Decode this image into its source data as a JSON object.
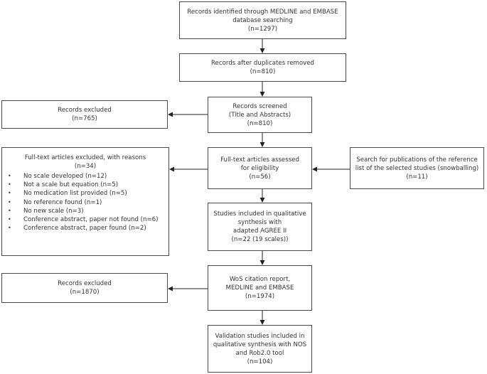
{
  "boxes": {
    "identified": {
      "lines": [
        "Records identified through MEDLINE and EMBASE",
        "database searching",
        "(n=1297)"
      ]
    },
    "dedup": {
      "lines": [
        "Records after duplicates removed",
        "(n=810)"
      ]
    },
    "screened": {
      "lines": [
        "Records screened",
        "(Title and Abstracts)",
        "(n=810)"
      ]
    },
    "excluded_1": {
      "lines": [
        "Records excluded",
        "(n=765)"
      ]
    },
    "fulltext": {
      "lines": [
        "Full-text articles assessed",
        "for eligibility",
        "(n=56)"
      ]
    },
    "excluded_fulltext": {
      "lines": [
        "Full-text articles excluded, with reasons",
        "(n=34)"
      ],
      "reasons": [
        "No scale developed  (n=12)",
        "Not a scale but equation  (n=5)",
        "No medication list provided  (n=5)",
        "No reference  found (n=1)",
        "No new scale (n=3)",
        "Conference abstract,  paper not found (n=6)",
        "Conference abstract,  paper found (n=2)"
      ]
    },
    "snowballing": {
      "lines": [
        "Search for publications of the reference",
        "list of the selected  studies (snowballing)",
        "(n=11)"
      ]
    },
    "included": {
      "lines": [
        "Studies included in qualitative",
        "synthesis with",
        "adapted AGREE II",
        "(n=22 (19 scales))"
      ]
    },
    "wos": {
      "lines": [
        "WoS citation report,",
        "MEDLINE and EMBASE",
        "(n=1974)"
      ]
    },
    "excluded_2": {
      "lines": [
        "Records excluded",
        "(n=1870)"
      ]
    },
    "validation": {
      "lines": [
        "Validation studies included in",
        "qualitative synthesis with NOS",
        "and Rob2.0 tool",
        "(n=104)"
      ]
    }
  },
  "bullet_glyph": "•"
}
